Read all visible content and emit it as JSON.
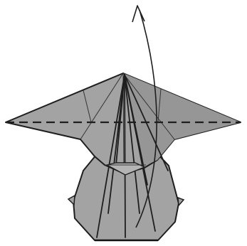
{
  "diagram": {
    "kind": "origami-fold-step",
    "colors": {
      "paper": "#a3a3a3",
      "paper_dark": "#8e8e8e",
      "outline": "#1e1e1e",
      "background": "#ffffff"
    },
    "icons": [
      "valley-fold-dashed-line",
      "rotate-arrow"
    ]
  }
}
